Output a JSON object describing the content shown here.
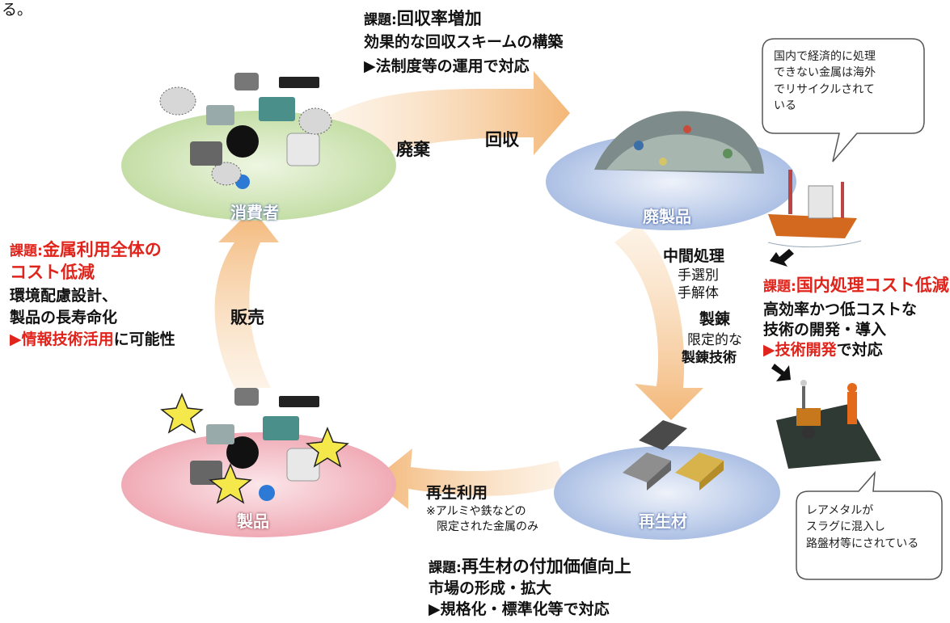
{
  "fragment_top_left": "る。",
  "top_issue": {
    "prefix": "課題:",
    "title": "回収率増加",
    "desc": "効果的な回収スキームの構築",
    "action": "▶法制度等の運用で対応"
  },
  "left_issue": {
    "prefix": "課題:",
    "title_line1": "金属利用全体の",
    "title_line2": "コスト低減",
    "desc1": "環境配慮設計、",
    "desc2": "製品の長寿命化",
    "action_red": "▶情報技術活用",
    "action_black": "に可能性"
  },
  "right_issue": {
    "prefix": "課題:",
    "title": "国内処理コスト低減",
    "desc1": "高効率かつ低コストな",
    "desc2": "技術の開発・導入",
    "action_red": "▶技術開発",
    "action_black": "で対応"
  },
  "bottom_issue": {
    "prefix": "課題:",
    "title": "再生材の付加価値向上",
    "desc": "市場の形成・拡大",
    "action": "▶規格化・標準化等で対応"
  },
  "nodes": {
    "consumer": "消費者",
    "waste_products": "廃製品",
    "recycled_material": "再生材",
    "products": "製品"
  },
  "arrows": {
    "disposal": "廃棄",
    "collection": "回収",
    "sales": "販売",
    "intermediate": "中間処理",
    "manual_sort": "手選別",
    "manual_dismantle": "手解体",
    "smelting": "製錬",
    "limited": "限定的な",
    "smelting_tech": "製錬技術",
    "reuse": "再生利用",
    "reuse_note1": "※アルミや鉄などの",
    "reuse_note2": "限定された金属のみ"
  },
  "bubbles": {
    "overseas": [
      "国内で経済的に処理",
      "できない金属は海外",
      "でリサイクルされて",
      "いる"
    ],
    "slag": [
      "レアメタルが",
      "スラグに混入し",
      "路盤材等にされている"
    ]
  },
  "colors": {
    "red": "#e0241b",
    "arrow": "#f6c98e",
    "consumer_ellipse": "#cfe5b0",
    "blue_ellipse": "#b9cbe8",
    "product_ellipse": "#f2b8c0"
  }
}
